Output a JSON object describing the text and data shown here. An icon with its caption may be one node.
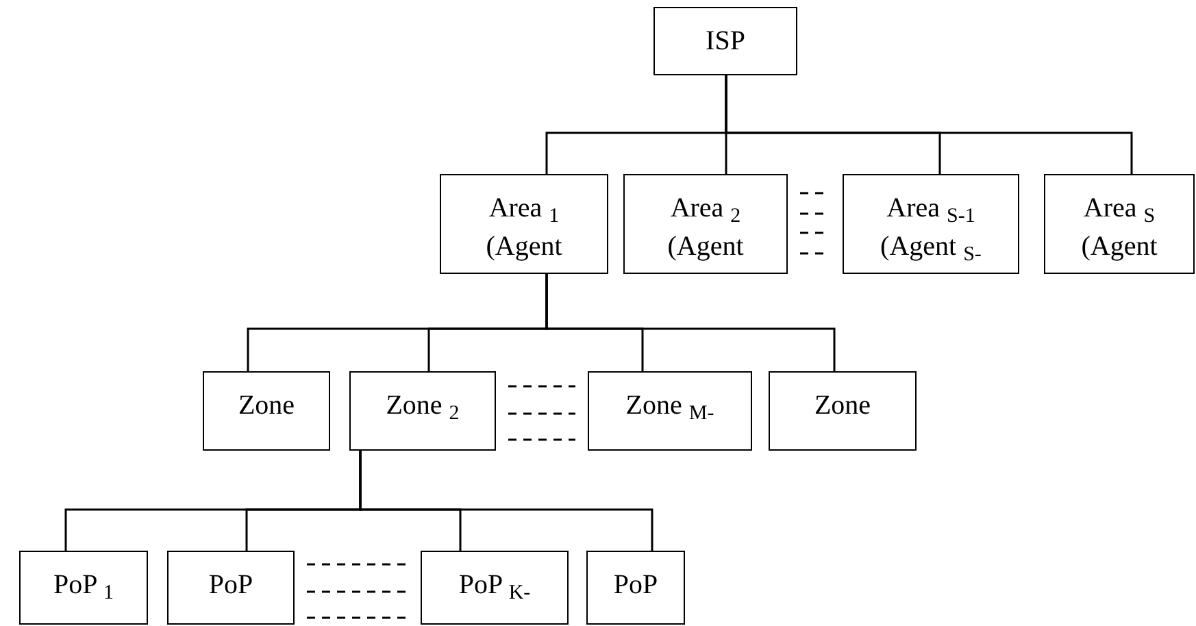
{
  "diagram": {
    "nodes": [
      {
        "text": [
          "ISP"
        ]
      },
      {
        "text": [
          "Area $_{1}$ (Agent"
        ]
      },
      {
        "text": [
          "Area $_{2}$ (Agent"
        ]
      },
      {
        "text": [
          "Area $_{S-1}$ (Agent $_{S-}$"
        ]
      },
      {
        "text": [
          "Area $_{S}$ (Agent"
        ]
      },
      {
        "text": [
          "Zone"
        ]
      },
      {
        "text": [
          "Zone $_{2}$"
        ]
      },
      {
        "text": [
          "Zone $_{M-}$"
        ]
      },
      {
        "text": [
          "Zone"
        ]
      },
      {
        "text": [
          "PoP $_{1}$"
        ]
      },
      {
        "text": [
          "PoP"
        ]
      },
      {
        "text": [
          "PoP $_{K-}$"
        ]
      },
      {
        "text": [
          "PoP"
        ]
      }
    ],
    "edges": [
      {
        "from": 0,
        "to": 1,
        "arrow": "none"
      },
      {
        "from": 0,
        "to": 2,
        "arrow": "none"
      },
      {
        "from": 0,
        "to": 3,
        "arrow": "none"
      },
      {
        "from": 0,
        "to": 4,
        "arrow": "none"
      },
      {
        "from": 1,
        "to": 5,
        "arrow": "none"
      },
      {
        "from": 1,
        "to": 6,
        "arrow": "none"
      },
      {
        "from": 1,
        "to": 7,
        "arrow": "none"
      },
      {
        "from": 1,
        "to": 8,
        "arrow": "none"
      },
      {
        "from": 6,
        "to": 9,
        "arrow": "none"
      },
      {
        "from": 6,
        "to": 10,
        "arrow": "none"
      },
      {
        "from": 6,
        "to": 11,
        "arrow": "none"
      },
      {
        "from": 6,
        "to": 12,
        "arrow": "none"
      }
    ]
  }
}
